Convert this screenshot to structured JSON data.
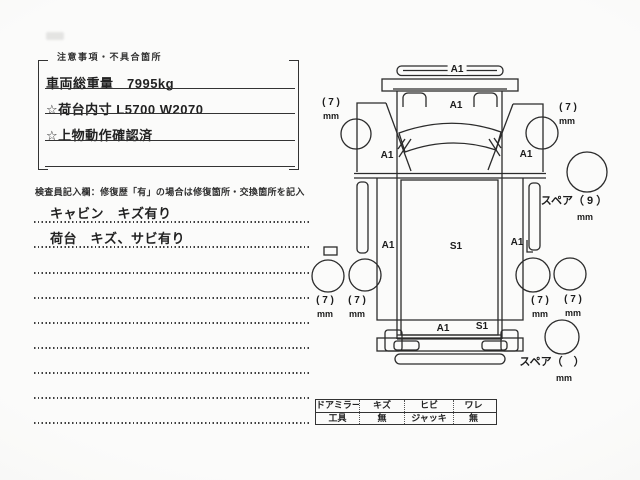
{
  "colors": {
    "ink": "#222222",
    "paper": "#f8f8f6",
    "line": "#2b2b2b"
  },
  "notes_box": {
    "header": "注意事項・不具合箇所",
    "lines": [
      "車両総重量　7995kg",
      "☆荷台内寸 L5700 W2070",
      "☆上物動作確認済"
    ]
  },
  "inspector_section": {
    "header": "検査員記入欄：修復歴「有」の場合は修復箇所・交換箇所を記入",
    "entries": [
      "キャビン　キズ有り",
      "荷台　キズ、サビ有り"
    ]
  },
  "diagram": {
    "part_labels": {
      "a1": "A1",
      "s1": "S1"
    },
    "tread_depth": "( 7 )",
    "unit": "mm",
    "spare_top": "スペア（ 9 ）",
    "spare_bottom": "スペア（　）"
  },
  "equipment_table": {
    "rows": [
      [
        "ドアミラー",
        "キズ",
        "ヒビ",
        "ワレ"
      ],
      [
        "工具",
        "無",
        "ジャッキ",
        "無"
      ]
    ]
  }
}
